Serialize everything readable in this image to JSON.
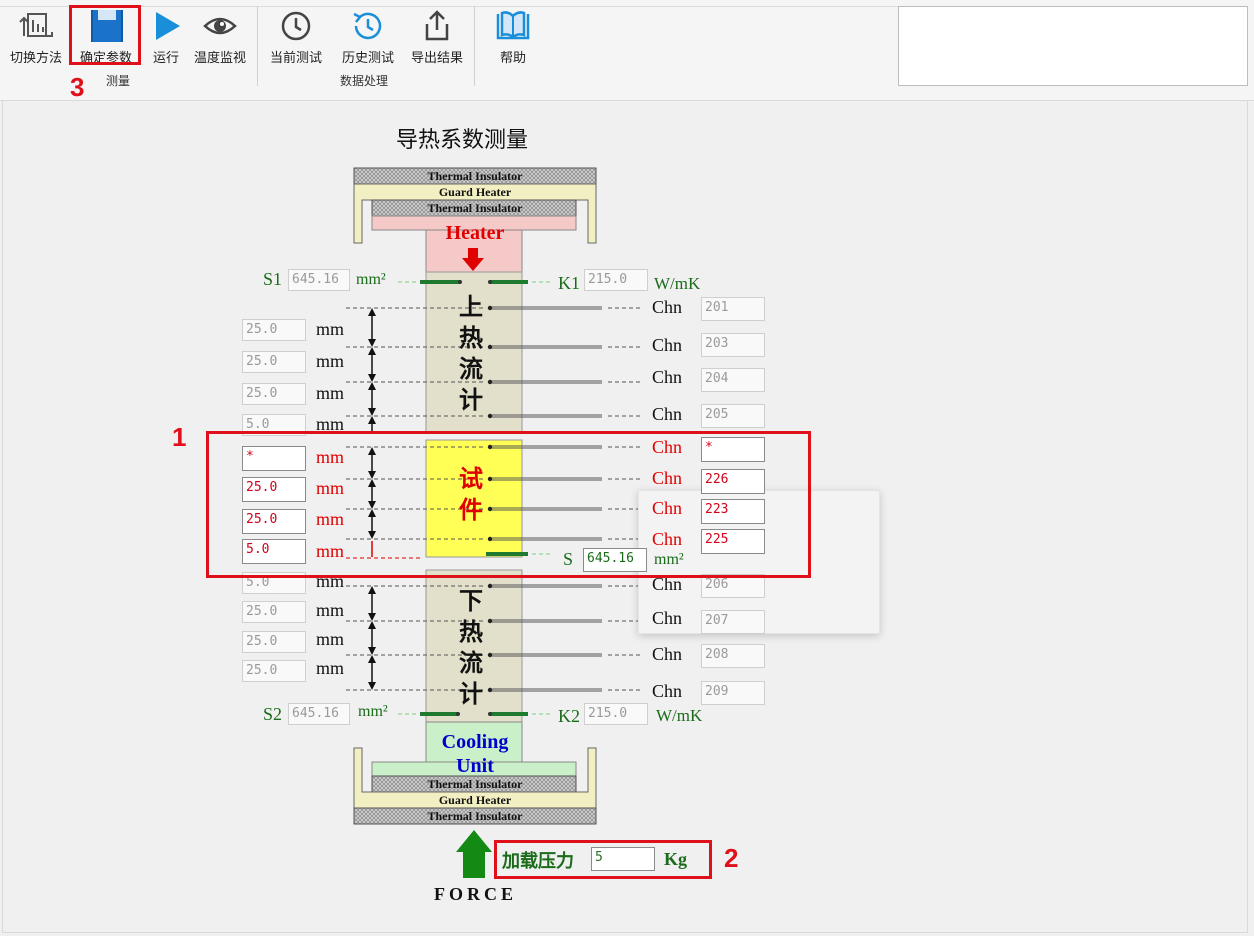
{
  "toolbar": {
    "buttons": [
      {
        "label": "切换方法",
        "icon": "switch-method-icon"
      },
      {
        "label": "确定参数",
        "icon": "save-icon"
      },
      {
        "label": "运行",
        "icon": "play-icon"
      },
      {
        "label": "温度监视",
        "icon": "eye-icon"
      },
      {
        "label": "当前测试",
        "icon": "clock-icon"
      },
      {
        "label": "历史测试",
        "icon": "history-icon"
      },
      {
        "label": "导出结果",
        "icon": "export-icon"
      },
      {
        "label": "帮助",
        "icon": "book-icon"
      }
    ],
    "groups": {
      "measure": "测量",
      "data_processing": "数据处理"
    }
  },
  "page": {
    "title": "导热系数测量"
  },
  "diagram": {
    "top": {
      "insulator1": "Thermal Insulator",
      "guard_heater": "Guard  Heater",
      "insulator2": "Thermal Insulator",
      "heater": "Heater"
    },
    "bottom": {
      "cooling_line1": "Cooling",
      "cooling_line2": "Unit",
      "insulator1": "Thermal Insulator",
      "guard_heater": "Guard  Heater",
      "insulator2": "Thermal Insulator"
    },
    "upper_meter_chars": [
      "上",
      "热",
      "流",
      "计"
    ],
    "specimen_chars": [
      "试",
      "件"
    ],
    "lower_meter_chars": [
      "下",
      "热",
      "流",
      "计"
    ],
    "force_label": "FORCE"
  },
  "labels": {
    "s1": "S1",
    "s2": "S2",
    "k1": "K1",
    "k2": "K2",
    "s": "S",
    "mm2": "mm²",
    "wmk": "W/mK",
    "mm": "mm",
    "chn": "Chn",
    "load": "加载压力",
    "kg": "Kg"
  },
  "fields": {
    "s1": "645.16",
    "k1": "215.0",
    "s2": "645.16",
    "k2": "215.0",
    "s": "645.16",
    "load": "5",
    "upper_thickness": [
      "25.0",
      "25.0",
      "25.0",
      "5.0"
    ],
    "specimen_thickness": [
      "*",
      "25.0",
      "25.0",
      "5.0"
    ],
    "lower_thickness": [
      "5.0",
      "25.0",
      "25.0",
      "25.0"
    ],
    "upper_channels": [
      "201",
      "203",
      "204",
      "205"
    ],
    "specimen_channels": [
      "*",
      "226",
      "223",
      "225"
    ],
    "lower_channels": [
      "206",
      "207",
      "208",
      "209"
    ]
  },
  "annotations": {
    "box1": "1",
    "box2": "2",
    "box3": "3"
  },
  "colors": {
    "accent_red": "#e0101a",
    "green": "#1a6b1a",
    "blue": "#1a73c9",
    "specimen_yellow": "#ffff55",
    "heater_pink": "#f6c9c9",
    "cooling_green": "#c9f0c9"
  }
}
